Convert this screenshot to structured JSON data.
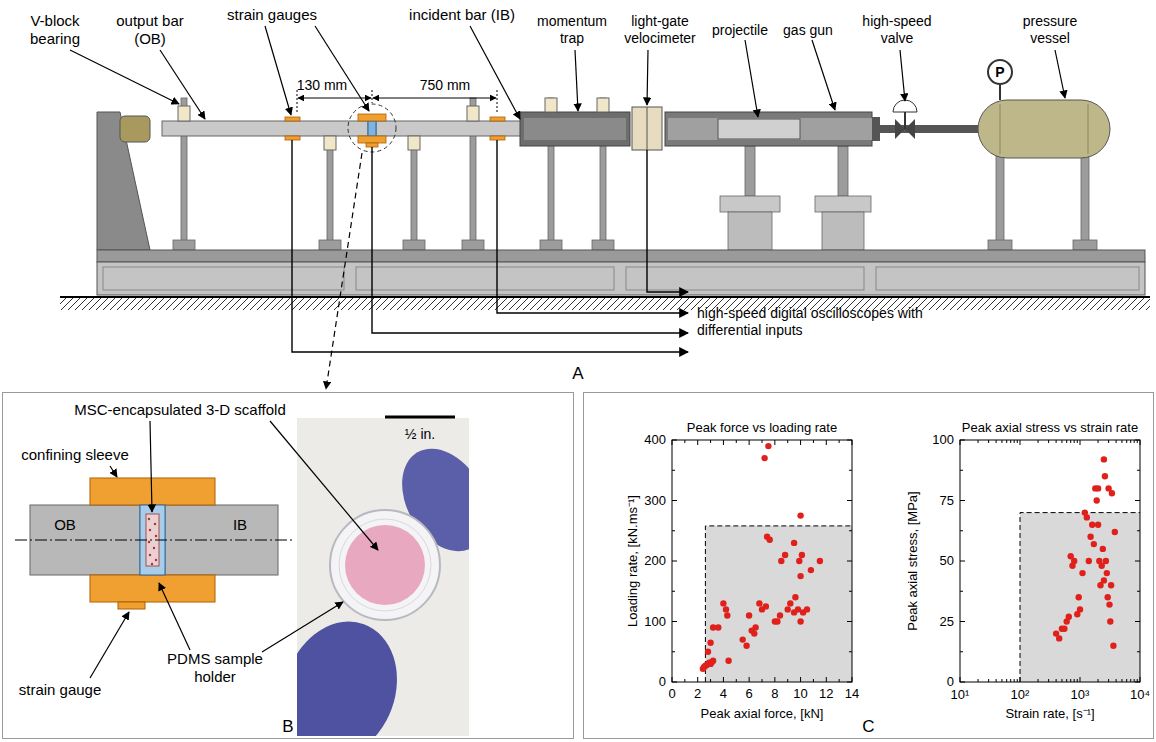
{
  "diagram": {
    "nodes": [
      {
        "text": [
          "B"
        ]
      },
      {
        "text": [
          "C"
        ]
      },
      {
        "text": [
          "P"
        ]
      }
    ],
    "labels": [
      "V-block bearing",
      "output bar (OB)",
      "strain gauges",
      "130 mm",
      "750 mm",
      "incident bar (IB)",
      "momentum trap",
      "light-gate velocimeter",
      "projectile",
      "gas gun",
      "high-speed valve",
      "pressure vessel",
      "high-speed digital oscilloscopes with differential inputs",
      "A",
      "confining sleeve",
      "MSC-encapsulated 3-D scaffold",
      "OB",
      "IB",
      "strain gauge",
      "PDMS sample holder",
      "½ in.",
      "Peak force vs loading rate",
      "Loading rate, [kN.ms⁻¹]",
      "Peak axial force, [kN]",
      "0",
      "100",
      "200",
      "300",
      "400",
      "0",
      "2",
      "4",
      "6",
      "8",
      "10",
      "12",
      "14",
      "Peak axial stress vs strain rate",
      "Peak axial stress, [MPa]",
      "Strain rate, [s⁻¹]",
      "0",
      "25",
      "50",
      "75",
      "100",
      "10¹",
      "10²",
      "10³",
      "10⁴"
    ]
  }
}
